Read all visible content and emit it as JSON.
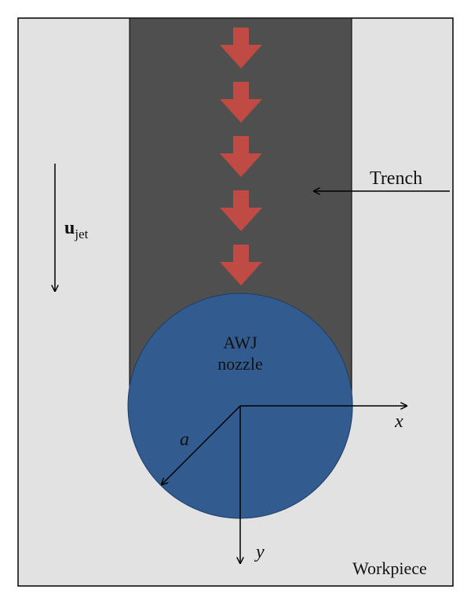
{
  "labels": {
    "trench": "Trench",
    "workpiece": "Workpiece",
    "nozzle_line1": "AWJ",
    "nozzle_line2": "nozzle",
    "radius": "a",
    "x_axis": "x",
    "y_axis": "y",
    "jet_velocity_main": "u",
    "jet_velocity_sub": "jet"
  },
  "colors": {
    "workpiece": "#e2e2e2",
    "trench": "#4f4f4f",
    "nozzle": "#325b8f",
    "flow_arrows": "#c04a44",
    "lines": "#000000"
  },
  "flow_arrow_count": 5
}
